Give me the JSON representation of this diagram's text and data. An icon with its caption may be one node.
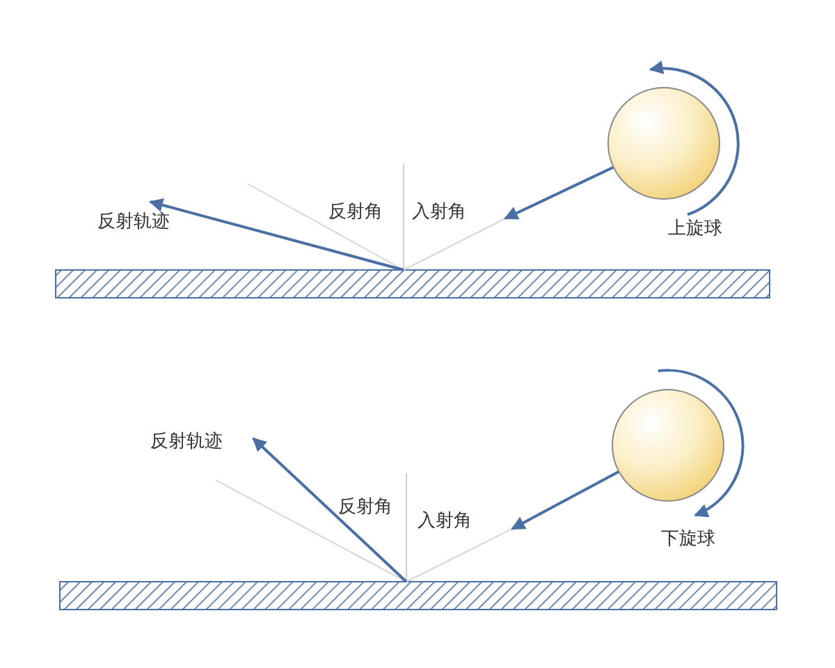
{
  "diagram": {
    "nodes": [
      {
        "text": [],
        "shape": "circle",
        "beside": [
          "上旋球"
        ]
      },
      {
        "text": [],
        "shape": "circle",
        "beside": [
          "下旋球"
        ]
      }
    ],
    "edges": [
      {
        "from": 0,
        "to": null,
        "arrow": "to"
      },
      {
        "from": 1,
        "to": null,
        "arrow": "to"
      }
    ],
    "labels": [
      "反射轨迹",
      "反射角",
      "入射角",
      "反射轨迹",
      "反射角",
      "入射角"
    ]
  }
}
